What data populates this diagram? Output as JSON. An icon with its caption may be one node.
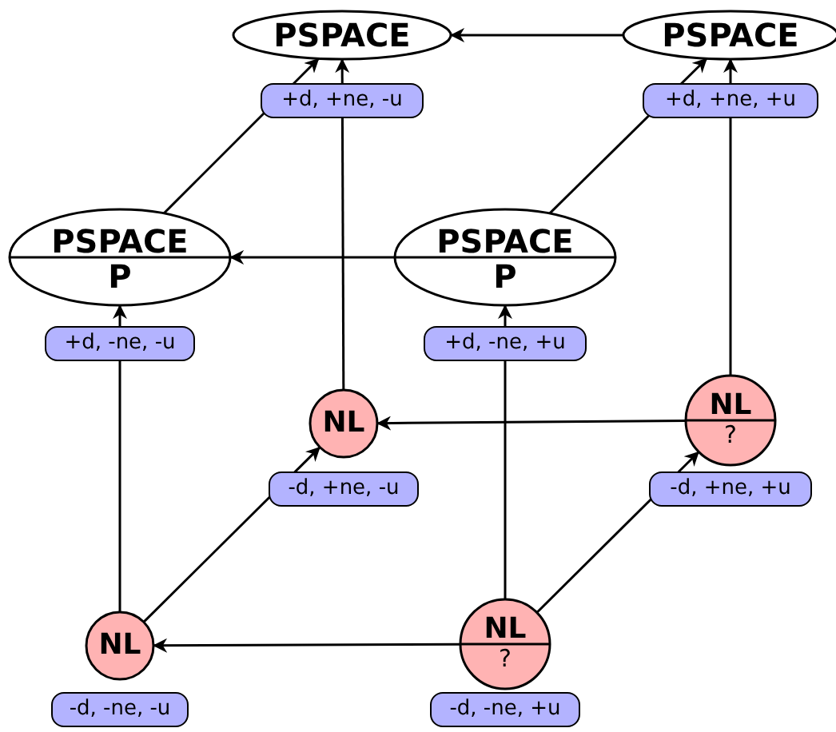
{
  "diagram": {
    "nodes": [
      {
        "text": [
          "PSPACE"
        ],
        "beside": [
          "+d, +ne, -u"
        ]
      },
      {
        "text": [
          "PSPACE"
        ],
        "beside": [
          "+d, +ne, +u"
        ]
      },
      {
        "text": [
          "PSPACE",
          "P"
        ],
        "beside": [
          "+d, -ne, -u"
        ]
      },
      {
        "text": [
          "PSPACE",
          "P"
        ],
        "beside": [
          "+d, -ne, +u"
        ]
      },
      {
        "text": [
          "NL"
        ],
        "beside": [
          "-d, +ne, -u"
        ]
      },
      {
        "text": [
          "NL",
          "?"
        ],
        "beside": [
          "-d, +ne, +u"
        ]
      },
      {
        "text": [
          "NL"
        ],
        "beside": [
          "-d, -ne, -u"
        ]
      },
      {
        "text": [
          "NL",
          "?"
        ],
        "beside": [
          "-d, -ne, +u"
        ]
      }
    ],
    "edges": [
      {
        "from": 1,
        "to": 0,
        "arrow": "to"
      },
      {
        "from": 2,
        "to": 0,
        "arrow": "to"
      },
      {
        "from": 4,
        "to": 0,
        "arrow": "to"
      },
      {
        "from": 3,
        "to": 2,
        "arrow": "to"
      },
      {
        "from": 3,
        "to": 1,
        "arrow": "to"
      },
      {
        "from": 5,
        "to": 1,
        "arrow": "to"
      },
      {
        "from": 7,
        "to": 3,
        "arrow": "to"
      },
      {
        "from": 6,
        "to": 2,
        "arrow": "to"
      },
      {
        "from": 5,
        "to": 4,
        "arrow": "to"
      },
      {
        "from": 6,
        "to": 4,
        "arrow": "to"
      },
      {
        "from": 7,
        "to": 6,
        "arrow": "to"
      },
      {
        "from": 7,
        "to": 5,
        "arrow": "to"
      }
    ]
  }
}
